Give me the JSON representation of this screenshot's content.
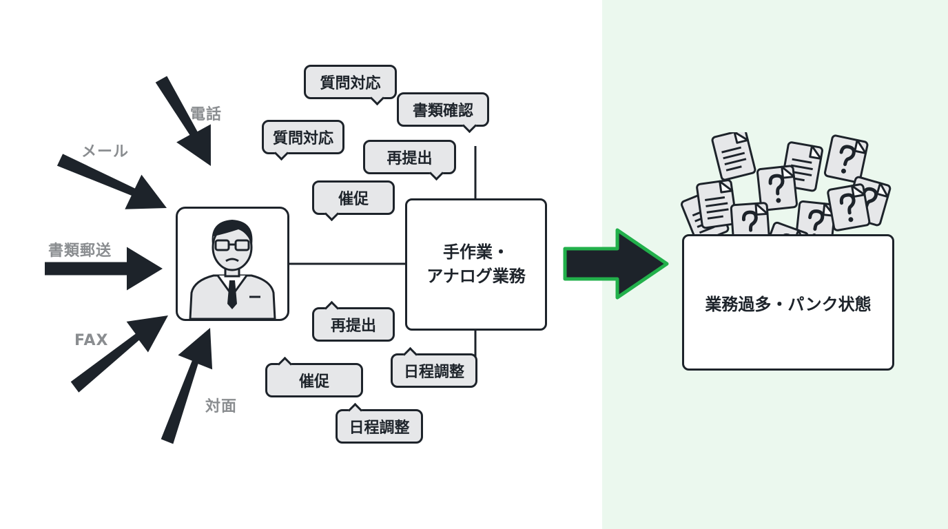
{
  "colors": {
    "ink": "#1d232a",
    "label_gray": "#8a8d90",
    "bubble_fill": "#e6e7e9",
    "accent_green": "#22b04b",
    "right_panel_bg": "#ebf8ee"
  },
  "channels": [
    "メール",
    "電話",
    "書類郵送",
    "FAX",
    "対面"
  ],
  "bubbles": [
    "質問対応",
    "書類確認",
    "質問対応",
    "再提出",
    "催促",
    "再提出",
    "日程調整",
    "催促",
    "日程調整"
  ],
  "analog_box": {
    "line1": "手作業・",
    "line2": "アナログ業務"
  },
  "overload_box": {
    "label": "業務過多・パンク状態"
  },
  "icons": [
    "person-icon",
    "document-icon",
    "question-mark-icon",
    "arrow-right-icon"
  ]
}
